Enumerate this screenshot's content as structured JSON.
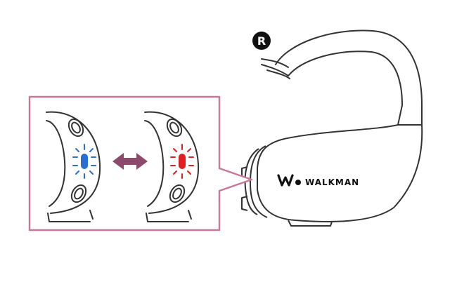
{
  "diagram": {
    "side_marker": "R",
    "brand_logo": "WALKMAN",
    "colors": {
      "callout_border": "#c8779a",
      "arrow": "#8e4a6a",
      "indicator_blue": "#2a6fd0",
      "indicator_red": "#e02020",
      "line_art": "#333333",
      "badge_fill": "#111111"
    },
    "states": [
      {
        "indicator": "blue"
      },
      {
        "indicator": "red"
      }
    ],
    "icons": [
      "double-arrow-icon",
      "r-badge-icon",
      "walkman-logo"
    ]
  }
}
